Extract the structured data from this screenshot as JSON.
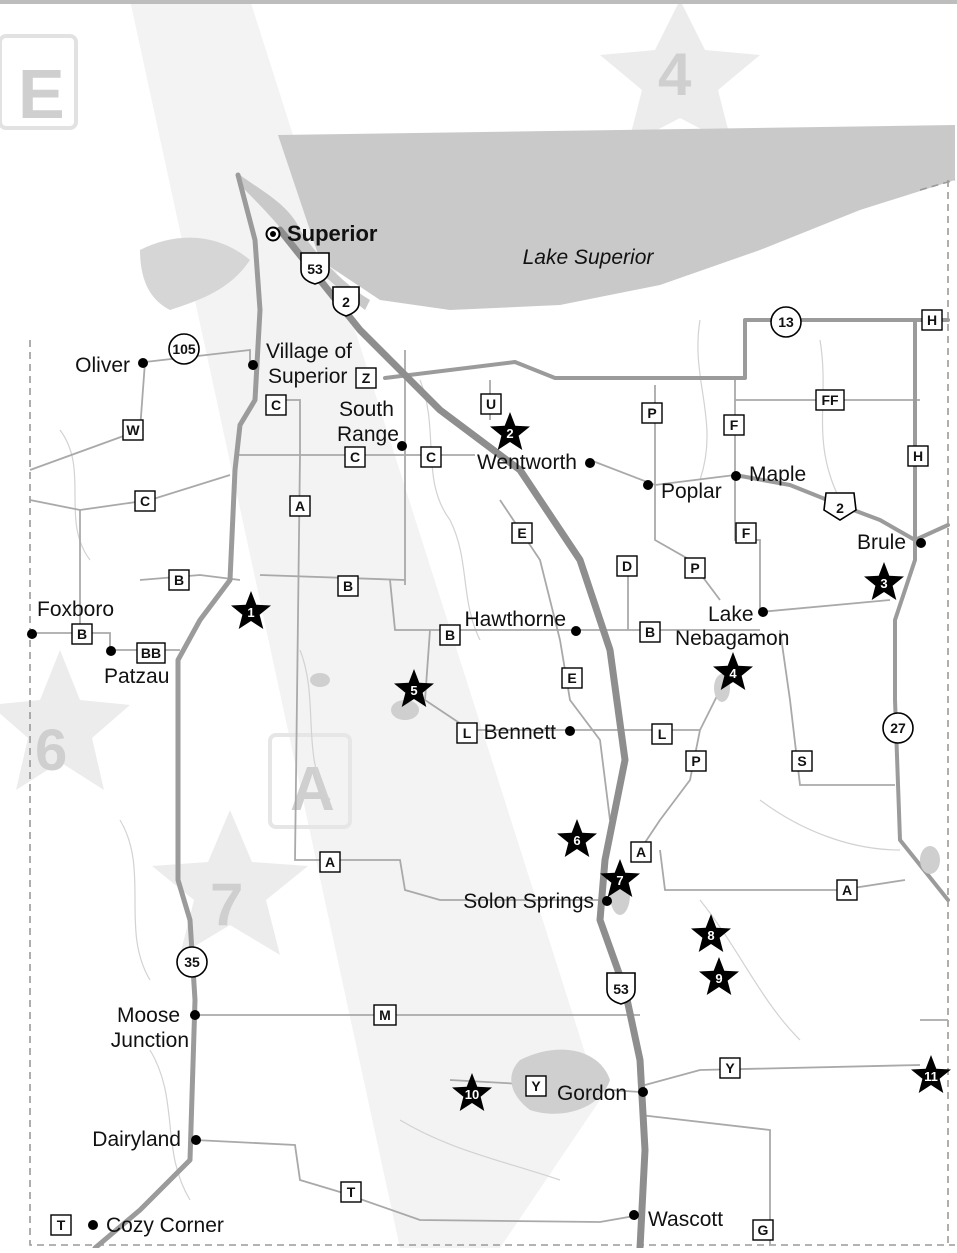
{
  "map": {
    "lake": "Lake Superior",
    "towns": [
      {
        "id": "superior",
        "label": "Superior",
        "major": true
      },
      {
        "id": "oliver",
        "label": "Oliver"
      },
      {
        "id": "village-superior",
        "label": "Village of Superior"
      },
      {
        "id": "south-range",
        "label": "South Range"
      },
      {
        "id": "wentworth",
        "label": "Wentworth"
      },
      {
        "id": "poplar",
        "label": "Poplar"
      },
      {
        "id": "maple",
        "label": "Maple"
      },
      {
        "id": "brule",
        "label": "Brule"
      },
      {
        "id": "foxboro",
        "label": "Foxboro"
      },
      {
        "id": "patzau",
        "label": "Patzau"
      },
      {
        "id": "hawthorne",
        "label": "Hawthorne"
      },
      {
        "id": "lake-nebagamon",
        "label": "Lake Nebagamon"
      },
      {
        "id": "bennett",
        "label": "Bennett"
      },
      {
        "id": "solon-springs",
        "label": "Solon Springs"
      },
      {
        "id": "moose-junction",
        "label": "Moose Junction"
      },
      {
        "id": "gordon",
        "label": "Gordon"
      },
      {
        "id": "dairyland",
        "label": "Dairyland"
      },
      {
        "id": "wascott",
        "label": "Wascott"
      },
      {
        "id": "cozy-corner",
        "label": "Cozy Corner"
      }
    ],
    "county_roads": [
      "Z",
      "C",
      "W",
      "C",
      "C",
      "C",
      "A",
      "U",
      "P",
      "F",
      "FF",
      "H",
      "H",
      "F",
      "E",
      "D",
      "P",
      "B",
      "B",
      "B",
      "B",
      "B",
      "BB",
      "E",
      "L",
      "L",
      "P",
      "S",
      "A",
      "A",
      "A",
      "M",
      "Y",
      "Y",
      "T",
      "T",
      "G"
    ],
    "highways": [
      "53",
      "2",
      "105",
      "13",
      "2",
      "27",
      "35",
      "53"
    ],
    "stars": [
      "1",
      "2",
      "3",
      "4",
      "5",
      "6",
      "7",
      "8",
      "9",
      "10",
      "11"
    ],
    "background_marks": [
      "E",
      "4",
      "6",
      "7",
      "A"
    ]
  }
}
